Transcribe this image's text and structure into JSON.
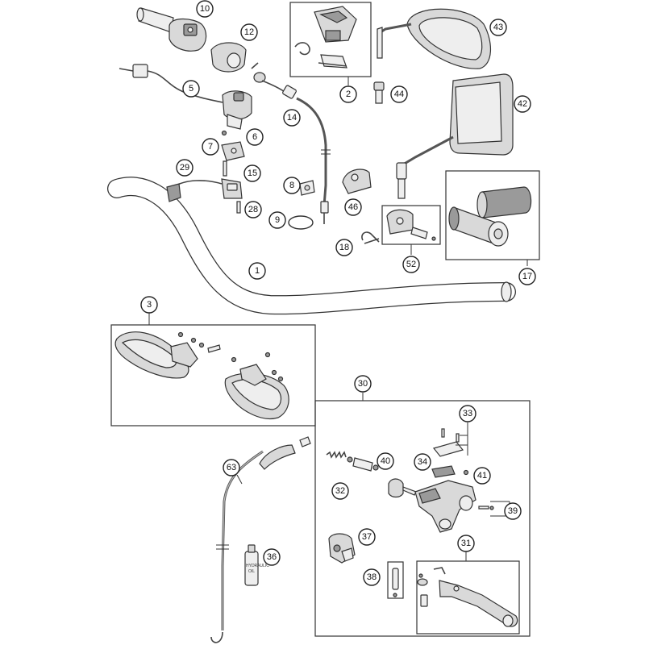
{
  "callouts": [
    {
      "id": "c10",
      "label": "10"
    },
    {
      "id": "c12",
      "label": "12"
    },
    {
      "id": "c2",
      "label": "2"
    },
    {
      "id": "c43",
      "label": "43"
    },
    {
      "id": "c5",
      "label": "5"
    },
    {
      "id": "c6",
      "label": "6"
    },
    {
      "id": "c7",
      "label": "7"
    },
    {
      "id": "c14",
      "label": "14"
    },
    {
      "id": "c44",
      "label": "44"
    },
    {
      "id": "c42",
      "label": "42"
    },
    {
      "id": "c15",
      "label": "15"
    },
    {
      "id": "c29",
      "label": "29"
    },
    {
      "id": "c8",
      "label": "8"
    },
    {
      "id": "c46",
      "label": "46"
    },
    {
      "id": "c28",
      "label": "28"
    },
    {
      "id": "c9",
      "label": "9"
    },
    {
      "id": "c18",
      "label": "18"
    },
    {
      "id": "c52",
      "label": "52"
    },
    {
      "id": "c17",
      "label": "17"
    },
    {
      "id": "c1",
      "label": "1"
    },
    {
      "id": "c3",
      "label": "3"
    },
    {
      "id": "c30",
      "label": "30"
    },
    {
      "id": "c33",
      "label": "33"
    },
    {
      "id": "c63",
      "label": "63"
    },
    {
      "id": "c40",
      "label": "40"
    },
    {
      "id": "c34",
      "label": "34"
    },
    {
      "id": "c41",
      "label": "41"
    },
    {
      "id": "c32",
      "label": "32"
    },
    {
      "id": "c39",
      "label": "39"
    },
    {
      "id": "c37",
      "label": "37"
    },
    {
      "id": "c36",
      "label": "36"
    },
    {
      "id": "c31",
      "label": "31"
    },
    {
      "id": "c38",
      "label": "38"
    }
  ],
  "oil_bottle": {
    "line1": "HYDRAULIC",
    "line2": "OIL"
  }
}
